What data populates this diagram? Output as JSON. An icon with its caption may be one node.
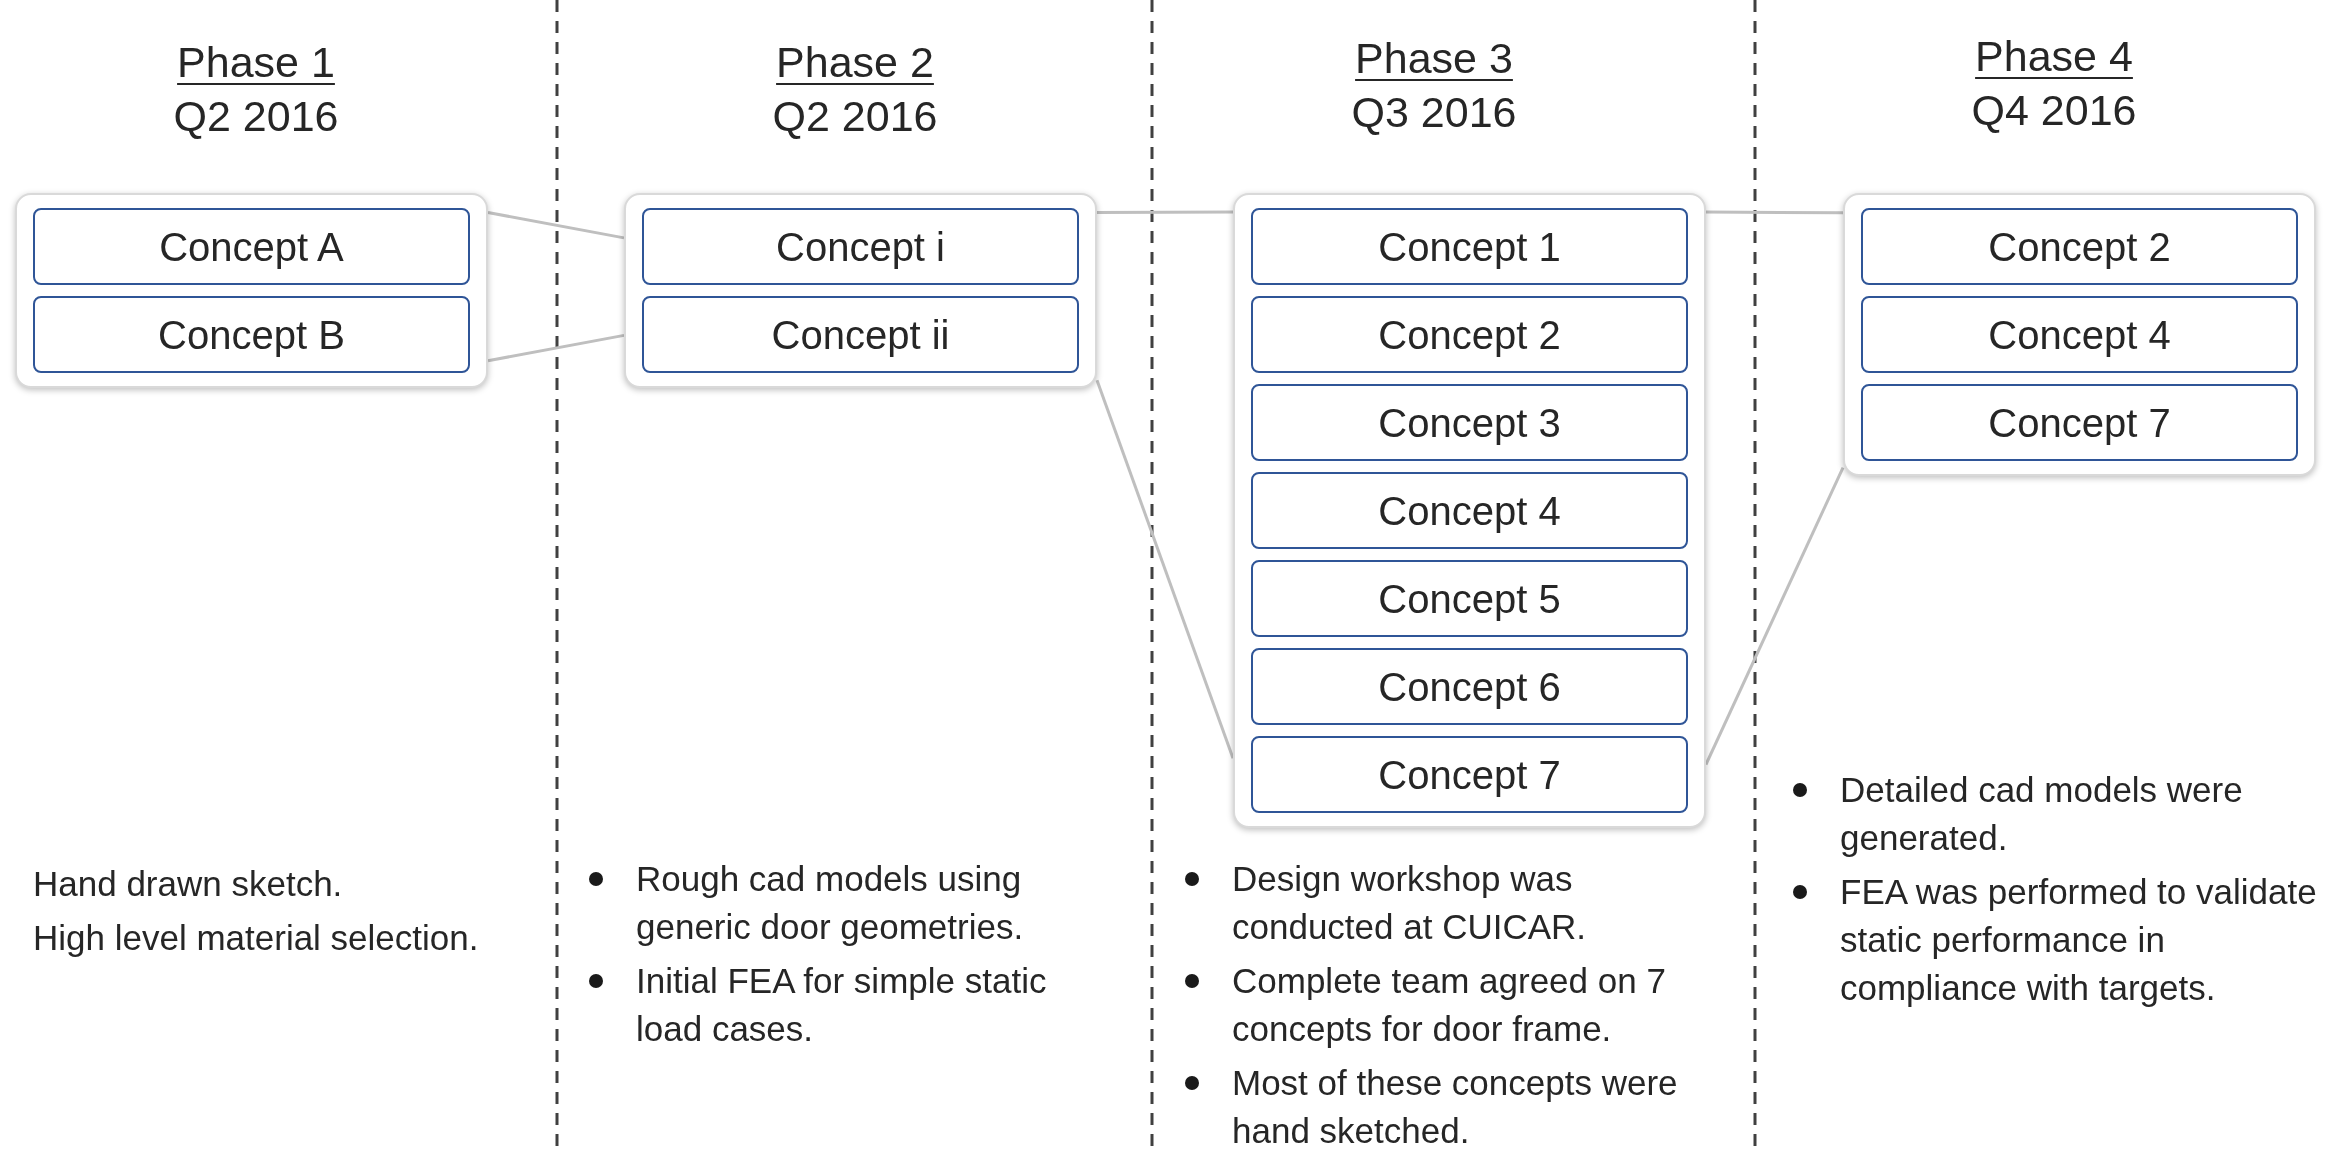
{
  "diagram": {
    "nodes": [
      {
        "text": [],
        "shape": "box"
      },
      {
        "text": [
          "Concept A"
        ],
        "in": 0
      },
      {
        "text": [
          "Concept B"
        ],
        "in": 0
      },
      {
        "text": [],
        "shape": "box"
      },
      {
        "text": [
          "Concept i"
        ],
        "in": 3
      },
      {
        "text": [
          "Concept ii"
        ],
        "in": 3
      },
      {
        "text": [],
        "shape": "box"
      },
      {
        "text": [
          "Concept 1"
        ],
        "in": 6
      },
      {
        "text": [
          "Concept 2"
        ],
        "in": 6
      },
      {
        "text": [
          "Concept 3"
        ],
        "in": 6
      },
      {
        "text": [
          "Concept 4"
        ],
        "in": 6
      },
      {
        "text": [
          "Concept 5"
        ],
        "in": 6
      },
      {
        "text": [
          "Concept 6"
        ],
        "in": 6
      },
      {
        "text": [
          "Concept 7"
        ],
        "in": 6
      },
      {
        "text": [],
        "shape": "box"
      },
      {
        "text": [
          "Concept 2"
        ],
        "in": 14
      },
      {
        "text": [
          "Concept 4"
        ],
        "in": 14
      },
      {
        "text": [
          "Concept 7"
        ],
        "in": 14
      }
    ],
    "edges": [
      {
        "from": 0,
        "to": 3,
        "arrow": "none"
      },
      {
        "from": 0,
        "to": 3,
        "arrow": "none"
      },
      {
        "from": 3,
        "to": 6,
        "arrow": "none"
      },
      {
        "from": 3,
        "to": 6,
        "arrow": "none"
      },
      {
        "from": 6,
        "to": 14,
        "arrow": "none"
      },
      {
        "from": 6,
        "to": 14,
        "arrow": "none"
      }
    ],
    "labels": [
      "Phase 1",
      "Q2 2016",
      "Phase 2",
      "Q2 2016",
      "Phase 3",
      "Q3 2016",
      "Phase 4",
      "Q4 2016",
      "Hand drawn sketch.",
      "High level material selection.",
      "Rough cad models using generic door geometries.",
      "Initial FEA for simple static load cases.",
      "Design workshop was conducted at CUICAR.",
      "Complete team agreed on 7 concepts for door frame.",
      "Most of these concepts were hand sketched.",
      "Detailed cad models were generated.",
      "FEA was performed to validate static performance in compliance with targets."
    ]
  }
}
